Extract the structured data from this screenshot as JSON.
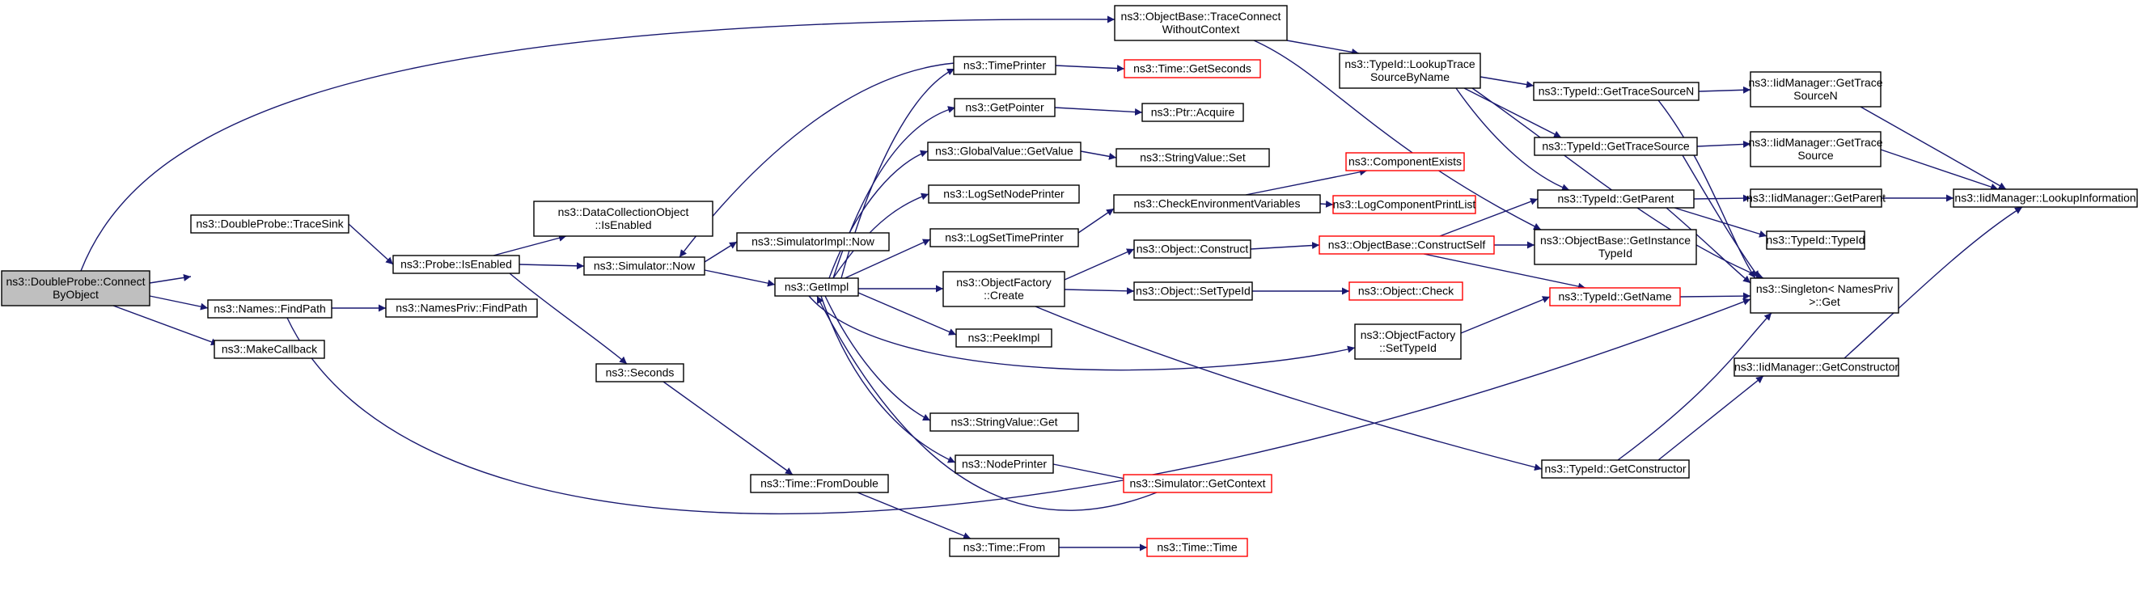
{
  "nodes": [
    {
      "id": "n0",
      "lines": [
        "ns3::DoubleProbe::Connect",
        "ByObject"
      ],
      "variant": "root"
    },
    {
      "id": "n1",
      "lines": [
        "ns3::DoubleProbe::TraceSink"
      ]
    },
    {
      "id": "n2",
      "lines": [
        "ns3::Names::FindPath"
      ]
    },
    {
      "id": "n3",
      "lines": [
        "ns3::MakeCallback"
      ]
    },
    {
      "id": "n4",
      "lines": [
        "ns3::ObjectBase::TraceConnect",
        "WithoutContext"
      ]
    },
    {
      "id": "n5",
      "lines": [
        "ns3::Probe::IsEnabled"
      ]
    },
    {
      "id": "n6",
      "lines": [
        "ns3::NamesPriv::FindPath"
      ]
    },
    {
      "id": "n7",
      "lines": [
        "ns3::DataCollectionObject",
        "::IsEnabled"
      ]
    },
    {
      "id": "n8",
      "lines": [
        "ns3::Simulator::Now"
      ]
    },
    {
      "id": "n9",
      "lines": [
        "ns3::Seconds"
      ]
    },
    {
      "id": "n10",
      "lines": [
        "ns3::SimulatorImpl::Now"
      ]
    },
    {
      "id": "n11",
      "lines": [
        "ns3::GetImpl"
      ]
    },
    {
      "id": "n12",
      "lines": [
        "ns3::Time::FromDouble"
      ]
    },
    {
      "id": "n13",
      "lines": [
        "ns3::TimePrinter"
      ]
    },
    {
      "id": "n14",
      "lines": [
        "ns3::GetPointer"
      ]
    },
    {
      "id": "n15",
      "lines": [
        "ns3::GlobalValue::GetValue"
      ]
    },
    {
      "id": "n16",
      "lines": [
        "ns3::LogSetNodePrinter"
      ]
    },
    {
      "id": "n17",
      "lines": [
        "ns3::LogSetTimePrinter"
      ]
    },
    {
      "id": "n18",
      "lines": [
        "ns3::ObjectFactory",
        "::Create"
      ]
    },
    {
      "id": "n19",
      "lines": [
        "ns3::PeekImpl"
      ]
    },
    {
      "id": "n20",
      "lines": [
        "ns3::StringValue::Get"
      ]
    },
    {
      "id": "n21",
      "lines": [
        "ns3::NodePrinter"
      ]
    },
    {
      "id": "n22",
      "lines": [
        "ns3::Time::From"
      ]
    },
    {
      "id": "n23",
      "lines": [
        "ns3::Time::GetSeconds"
      ],
      "variant": "red"
    },
    {
      "id": "n24",
      "lines": [
        "ns3::Ptr::Acquire"
      ]
    },
    {
      "id": "n25",
      "lines": [
        "ns3::StringValue::Set"
      ]
    },
    {
      "id": "n26",
      "lines": [
        "ns3::CheckEnvironmentVariables"
      ]
    },
    {
      "id": "n27",
      "lines": [
        "ns3::Object::Construct"
      ]
    },
    {
      "id": "n28",
      "lines": [
        "ns3::Object::SetTypeId"
      ]
    },
    {
      "id": "n29",
      "lines": [
        "ns3::Simulator::GetContext"
      ],
      "variant": "red"
    },
    {
      "id": "n30",
      "lines": [
        "ns3::Time::Time"
      ],
      "variant": "red"
    },
    {
      "id": "n31",
      "lines": [
        "ns3::TypeId::LookupTrace",
        "SourceByName"
      ]
    },
    {
      "id": "n32",
      "lines": [
        "ns3::ComponentExists"
      ],
      "variant": "red"
    },
    {
      "id": "n33",
      "lines": [
        "ns3::LogComponentPrintList"
      ],
      "variant": "red"
    },
    {
      "id": "n34",
      "lines": [
        "ns3::ObjectBase::ConstructSelf"
      ],
      "variant": "red"
    },
    {
      "id": "n35",
      "lines": [
        "ns3::Object::Check"
      ],
      "variant": "red"
    },
    {
      "id": "n36",
      "lines": [
        "ns3::ObjectFactory",
        "::SetTypeId"
      ]
    },
    {
      "id": "n37",
      "lines": [
        "ns3::TypeId::GetTraceSourceN"
      ]
    },
    {
      "id": "n38",
      "lines": [
        "ns3::TypeId::GetTraceSource"
      ]
    },
    {
      "id": "n39",
      "lines": [
        "ns3::TypeId::GetParent"
      ]
    },
    {
      "id": "n40",
      "lines": [
        "ns3::ObjectBase::GetInstance",
        "TypeId"
      ]
    },
    {
      "id": "n41",
      "lines": [
        "ns3::TypeId::GetName"
      ],
      "variant": "red"
    },
    {
      "id": "n42",
      "lines": [
        "ns3::TypeId::GetConstructor"
      ]
    },
    {
      "id": "n43",
      "lines": [
        "ns3::IidManager::GetTrace",
        "SourceN"
      ]
    },
    {
      "id": "n44",
      "lines": [
        "ns3::IidManager::GetTrace",
        "Source"
      ]
    },
    {
      "id": "n45",
      "lines": [
        "ns3::IidManager::GetParent"
      ]
    },
    {
      "id": "n46",
      "lines": [
        "ns3::TypeId::TypeId"
      ]
    },
    {
      "id": "n47",
      "lines": [
        "ns3::Singleton< NamesPriv",
        " >::Get"
      ]
    },
    {
      "id": "n48",
      "lines": [
        "ns3::IidManager::GetConstructor"
      ]
    },
    {
      "id": "n49",
      "lines": [
        "ns3::IidManager::LookupInformation"
      ]
    }
  ],
  "edges": [
    [
      "n0",
      "n1"
    ],
    [
      "n0",
      "n2"
    ],
    [
      "n0",
      "n3"
    ],
    [
      "n0",
      "n4"
    ],
    [
      "n1",
      "n5"
    ],
    [
      "n2",
      "n6"
    ],
    [
      "n2",
      "n47"
    ],
    [
      "n4",
      "n31"
    ],
    [
      "n4",
      "n40"
    ],
    [
      "n5",
      "n7"
    ],
    [
      "n5",
      "n8"
    ],
    [
      "n5",
      "n9"
    ],
    [
      "n8",
      "n10"
    ],
    [
      "n8",
      "n11"
    ],
    [
      "n9",
      "n12"
    ],
    [
      "n12",
      "n22"
    ],
    [
      "n22",
      "n30"
    ],
    [
      "n11",
      "n13"
    ],
    [
      "n11",
      "n14"
    ],
    [
      "n11",
      "n15"
    ],
    [
      "n11",
      "n16"
    ],
    [
      "n11",
      "n17"
    ],
    [
      "n11",
      "n18"
    ],
    [
      "n11",
      "n19"
    ],
    [
      "n11",
      "n20"
    ],
    [
      "n11",
      "n21"
    ],
    [
      "n11",
      "n36"
    ],
    [
      "n13",
      "n8"
    ],
    [
      "n13",
      "n23"
    ],
    [
      "n14",
      "n24"
    ],
    [
      "n15",
      "n25"
    ],
    [
      "n17",
      "n26"
    ],
    [
      "n26",
      "n32"
    ],
    [
      "n26",
      "n33"
    ],
    [
      "n21",
      "n29"
    ],
    [
      "n29",
      "n11"
    ],
    [
      "n18",
      "n27"
    ],
    [
      "n18",
      "n28"
    ],
    [
      "n18",
      "n42"
    ],
    [
      "n27",
      "n34"
    ],
    [
      "n28",
      "n35"
    ],
    [
      "n36",
      "n41"
    ],
    [
      "n34",
      "n39"
    ],
    [
      "n34",
      "n40"
    ],
    [
      "n34",
      "n41"
    ],
    [
      "n31",
      "n37"
    ],
    [
      "n31",
      "n38"
    ],
    [
      "n31",
      "n39"
    ],
    [
      "n31",
      "n47"
    ],
    [
      "n37",
      "n43"
    ],
    [
      "n37",
      "n47"
    ],
    [
      "n38",
      "n44"
    ],
    [
      "n38",
      "n47"
    ],
    [
      "n39",
      "n45"
    ],
    [
      "n39",
      "n46"
    ],
    [
      "n39",
      "n47"
    ],
    [
      "n41",
      "n47"
    ],
    [
      "n42",
      "n48"
    ],
    [
      "n42",
      "n47"
    ],
    [
      "n43",
      "n49"
    ],
    [
      "n44",
      "n49"
    ],
    [
      "n45",
      "n49"
    ],
    [
      "n48",
      "n49"
    ]
  ]
}
